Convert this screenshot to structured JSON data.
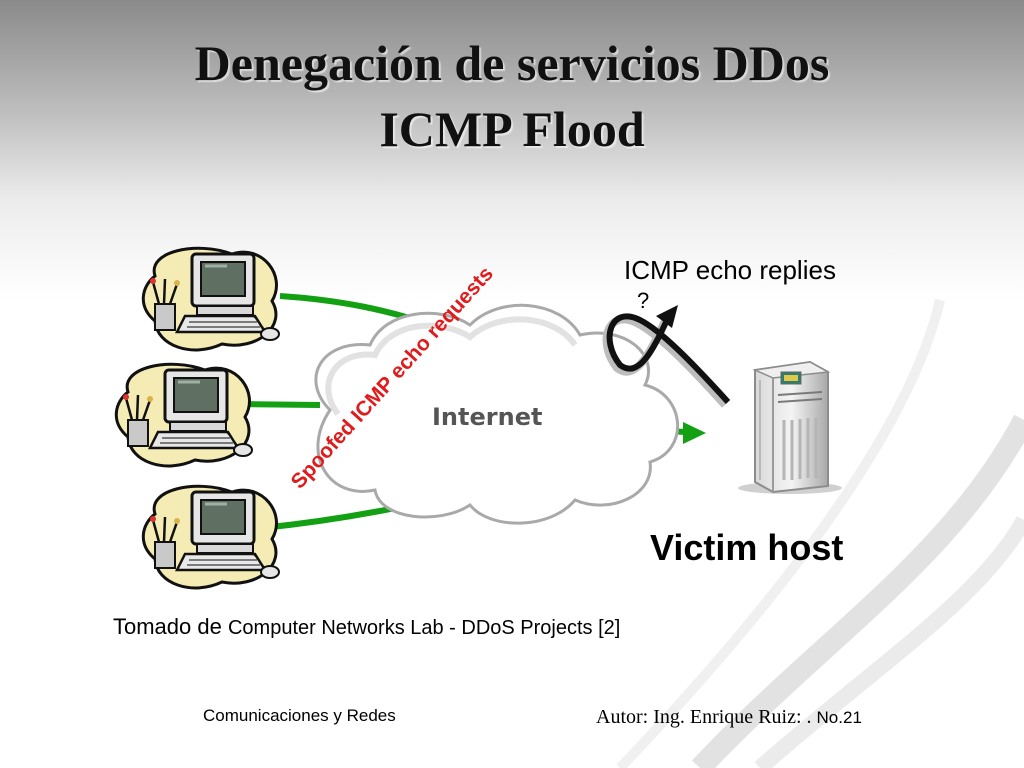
{
  "slide": {
    "title_line1": "Denegación de servicios DDos",
    "title_line2": "ICMP Flood"
  },
  "diagram": {
    "cloud_label": "Internet",
    "requests_label": "Spoofed ICMP echo requests",
    "replies_label": "ICMP echo replies",
    "question_mark": "?",
    "victim_label": "Victim host"
  },
  "citation": {
    "prefix": "Tomado de",
    "source": "Computer Networks Lab - DDoS Projects [2]"
  },
  "footer": {
    "course": "Comunicaciones y Redes",
    "author": "Autor: Ing. Enrique Ruiz: .",
    "slide_number": "No.21"
  },
  "colors": {
    "link_green": "#13a013",
    "requests_red": "#e01b1b",
    "blob_yellow": "#f4ecb4",
    "arrow_black": "#111111"
  }
}
